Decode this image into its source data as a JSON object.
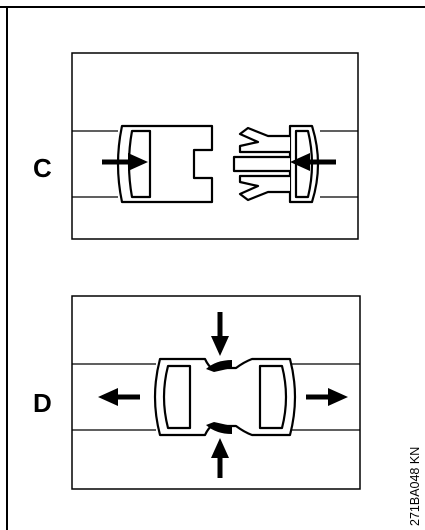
{
  "panels": [
    {
      "id": "C",
      "label": "C"
    },
    {
      "id": "D",
      "label": "D"
    }
  ],
  "figure_code": "271BA048 KN",
  "colors": {
    "line": "#000000",
    "background": "#ffffff"
  }
}
